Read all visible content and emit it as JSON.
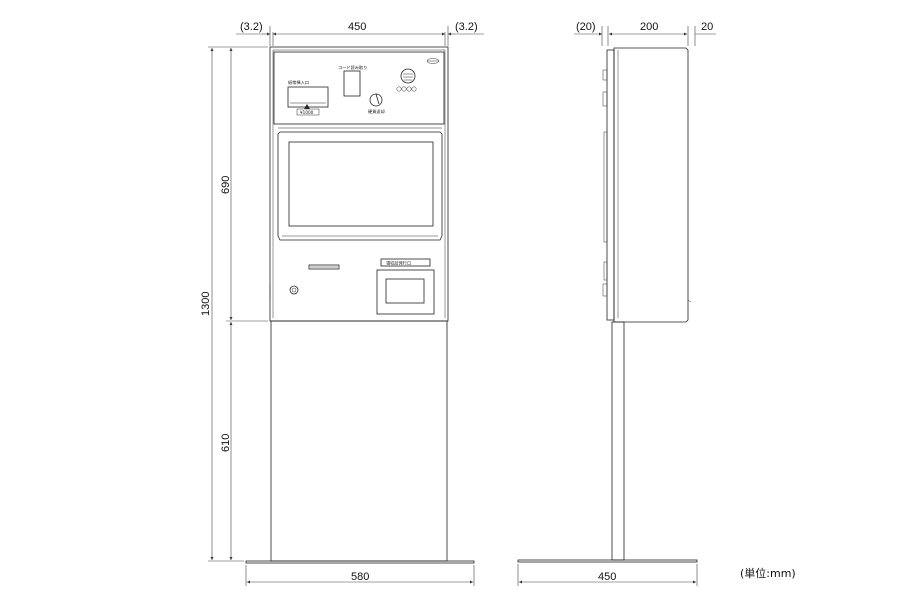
{
  "dimensions": {
    "top_left_margin": "(3.2)",
    "top_width": "450",
    "top_right_margin": "(3.2)",
    "side_top_left": "(20)",
    "side_top_width": "200",
    "side_top_right": "20",
    "left_upper_height": "690",
    "left_total_height": "1300",
    "left_lower_height": "610",
    "base_front_width": "580",
    "base_side_width": "450"
  },
  "labels": {
    "bill_slot": "紙幣挿入口",
    "bill_value": "¥1000",
    "code_reader": "コード読み取り",
    "knob_label": "硬貨返却",
    "receipt_label": "領収証発行口"
  },
  "unit_note": "(単位:mm)"
}
